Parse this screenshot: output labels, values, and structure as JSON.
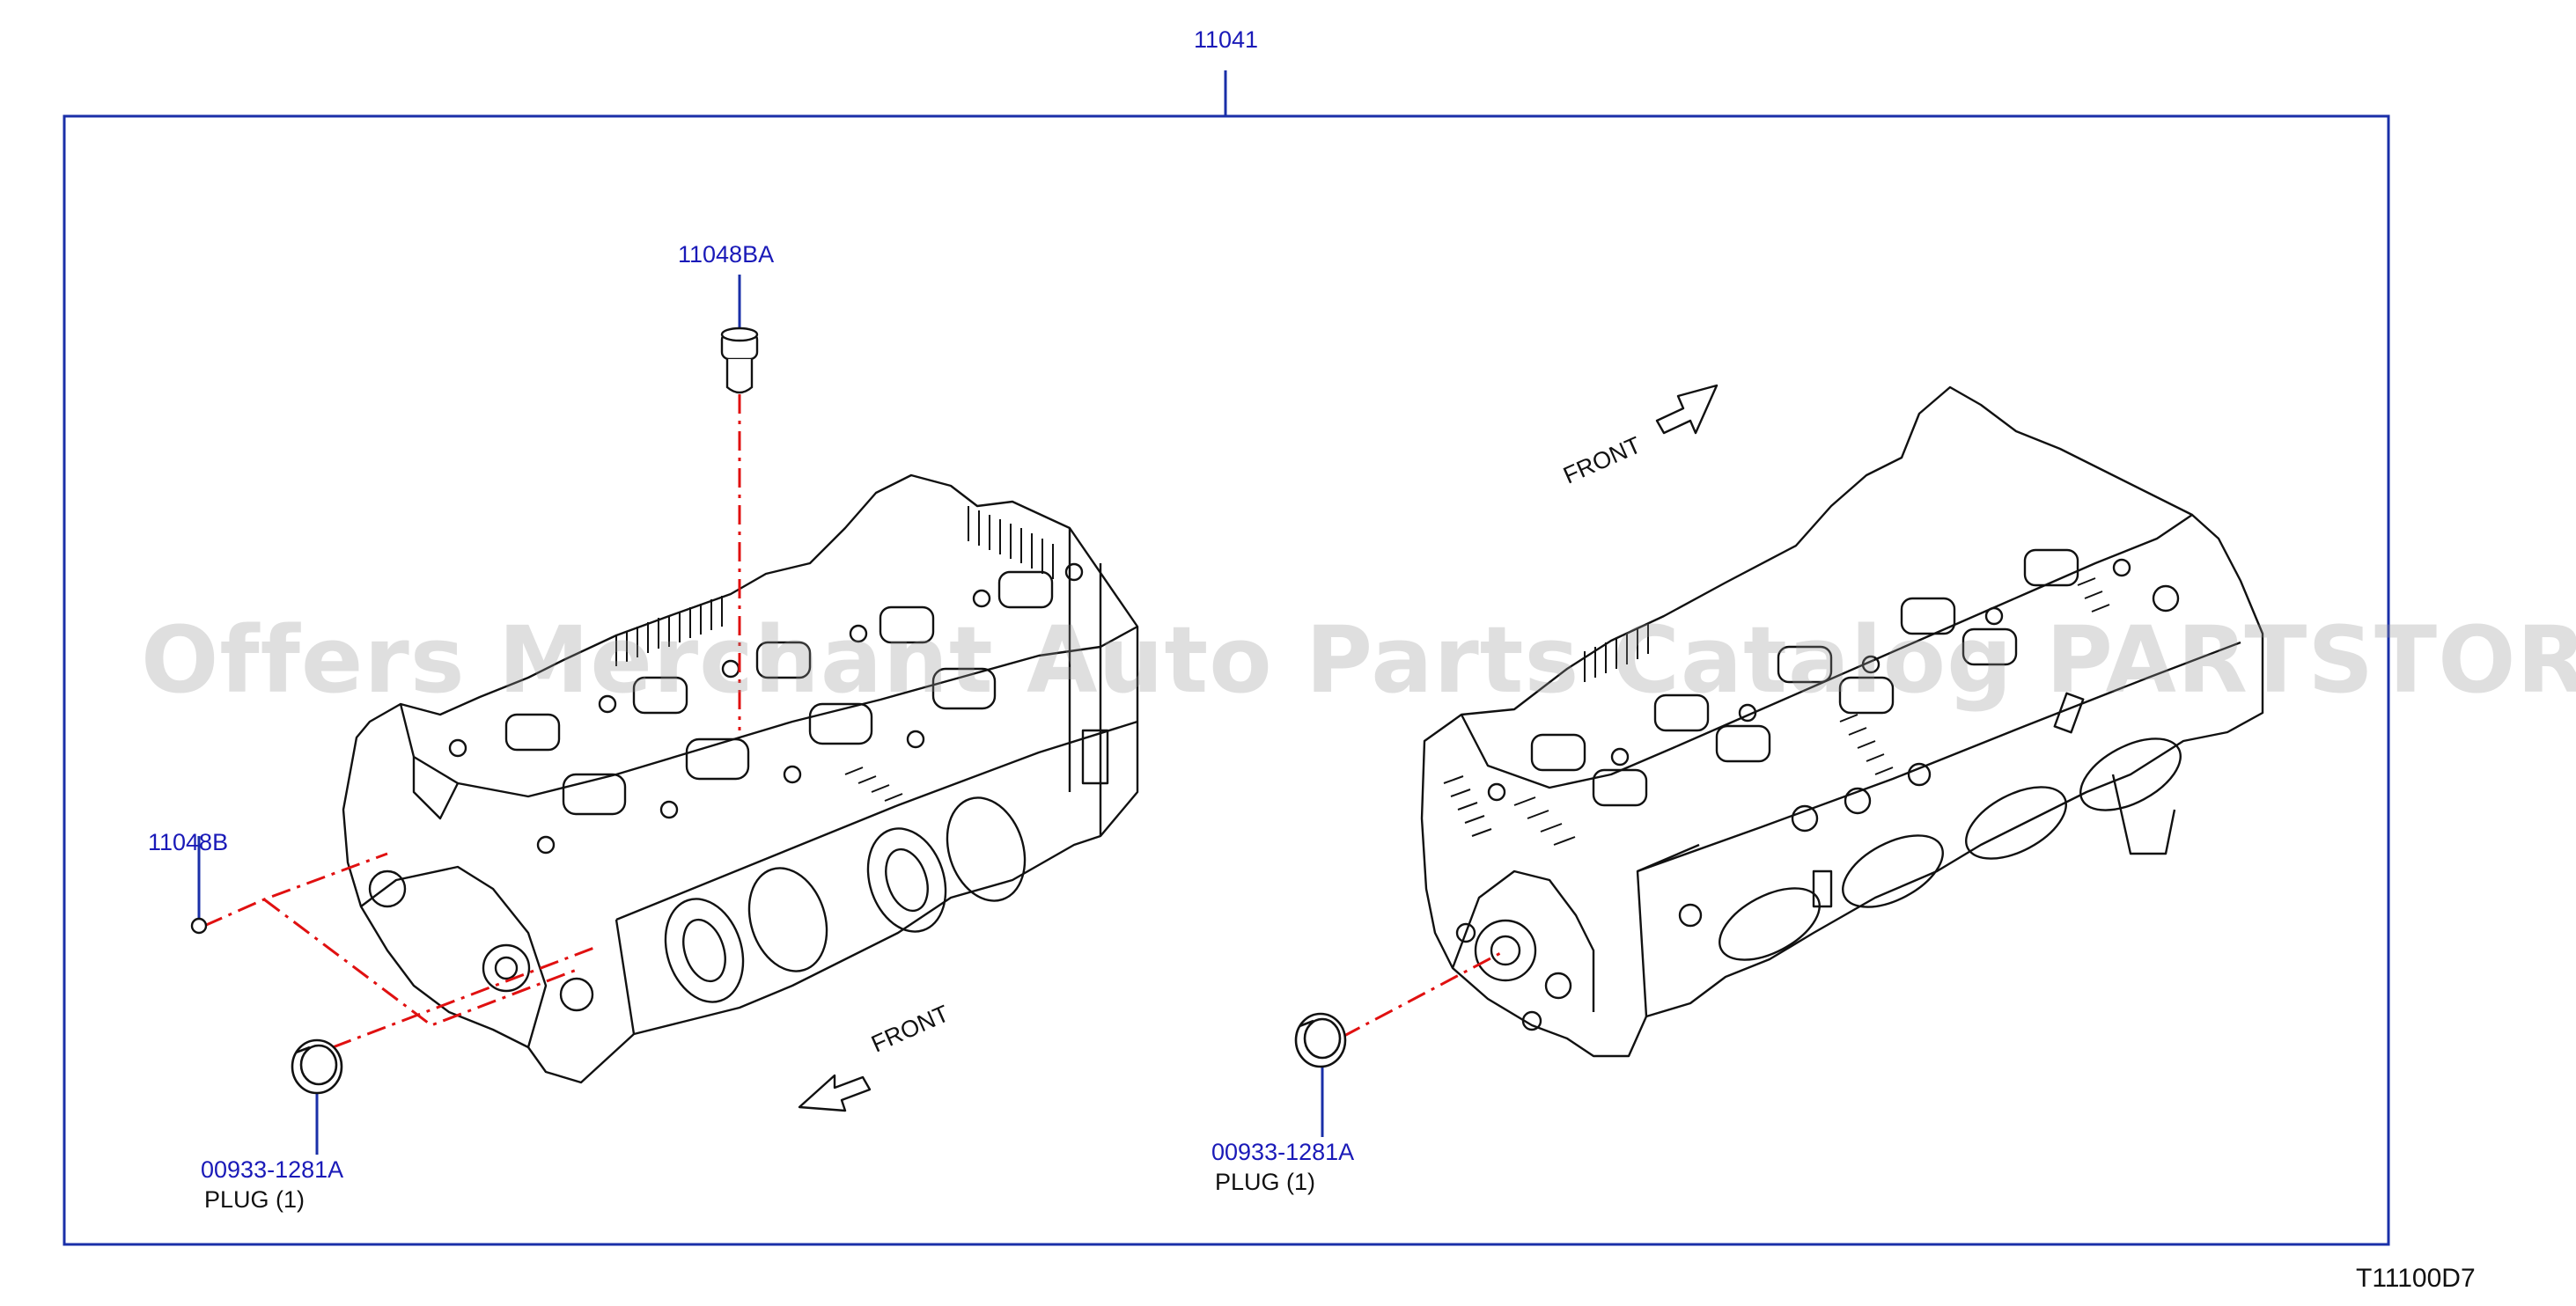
{
  "diagram": {
    "assembly_part": "11041",
    "diagram_code": "T11100D7",
    "watermark": "Offers Merchant Auto Parts Catalog PARTSTORE.SA",
    "colors": {
      "frame": "#1a2fa8",
      "callout_text": "#1a1ab8",
      "dash_line": "#e01010",
      "drawing": "#111111"
    },
    "left_view": {
      "part_top": "11048BA",
      "part_side": "11048B",
      "plug_part": "00933-1281A",
      "plug_note": "PLUG   (1)",
      "front_label": "FRONT"
    },
    "right_view": {
      "plug_part": "00933-1281A",
      "plug_note": "PLUG   (1)",
      "front_label": "FRONT"
    }
  }
}
